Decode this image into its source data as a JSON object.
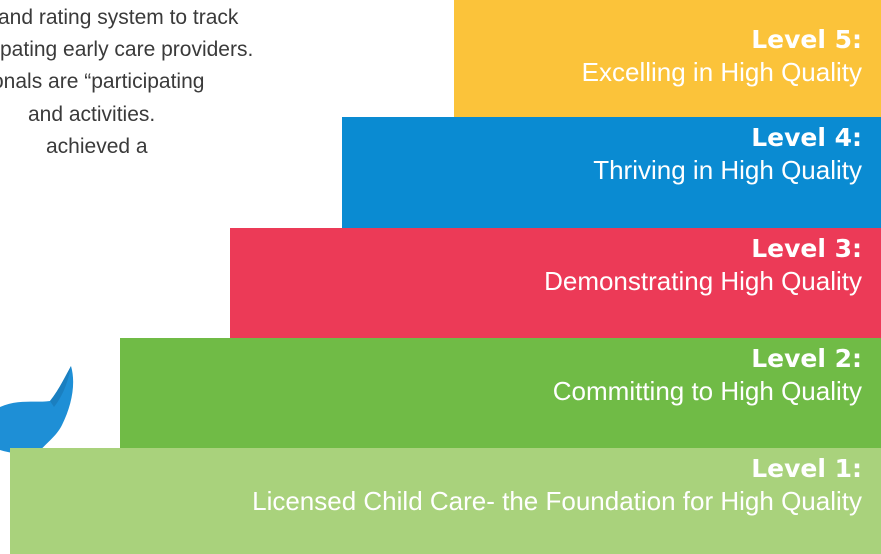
{
  "intro": {
    "lines": [
      "and rating system to track",
      "pating early care providers.",
      "onals are “participating",
      "and activities.",
      "achieved a"
    ]
  },
  "levels": [
    {
      "label": "Level 5:",
      "description": "Excelling in High Quality",
      "color": "#fbc33a"
    },
    {
      "label": "Level 4:",
      "description": "Thriving in High Quality",
      "color": "#0a8bd2"
    },
    {
      "label": "Level 3:",
      "description": "Demonstrating High Quality",
      "color": "#ec3a57"
    },
    {
      "label": "Level 2:",
      "description": "Committing to High Quality",
      "color": "#70bb46"
    },
    {
      "label": "Level 1:",
      "description": "Licensed Child Care- the Foundation for High Quality",
      "color": "#a9d27c"
    }
  ],
  "mascot": {
    "icon": "bird-mascot-icon",
    "color": "#1e8fd6"
  }
}
